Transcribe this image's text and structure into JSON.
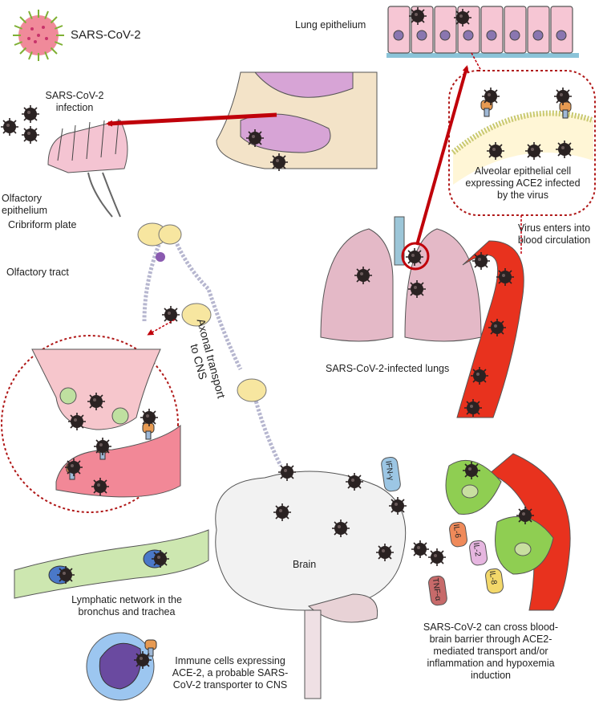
{
  "virus_legend": "SARS-CoV-2",
  "labels": {
    "lung_epithelium": "Lung epithelium",
    "infection": [
      "SARS-CoV-2",
      "infection"
    ],
    "olfactory_epithelium": [
      "Olfactory",
      "epithelium"
    ],
    "cribriform_plate": "Cribriform plate",
    "olfactory_tract": "Olfactory tract",
    "axonal_transport": [
      "Axonal transport",
      "to CNS"
    ],
    "alveolar": [
      "Alveolar epithelial cell",
      "expressing ACE2 infected",
      "by the virus"
    ],
    "virus_blood": [
      "Virus enters into",
      "blood circulation"
    ],
    "infected_lungs": "SARS-CoV-2-infected lungs",
    "brain": "Brain",
    "lymphatic": [
      "Lymphatic network in the",
      "bronchus and trachea"
    ],
    "immune": [
      "Immune cells expressing",
      "ACE-2, a probable SARS-",
      "CoV-2  transporter to CNS"
    ],
    "bbb": [
      "SARS-CoV-2 can cross blood-",
      "brain barrier through ACE2-",
      "mediated transport and/or",
      "inflammation and hypoxemia",
      "induction"
    ]
  },
  "cytokines": [
    "IFN-γ",
    "IL-6",
    "IL-2",
    "IL-8",
    "TNF-α"
  ],
  "colors": {
    "arrow": "#c0000a",
    "virus": "#2a2222",
    "nasal": "#d7a4d6",
    "lung": "#e4b9c7",
    "vessel": "#e8321e",
    "astrocyte": "#8fce52",
    "neuron": "#f7e6a0",
    "synapse": "#f6c6cc",
    "brain": "#f2f2f2"
  }
}
